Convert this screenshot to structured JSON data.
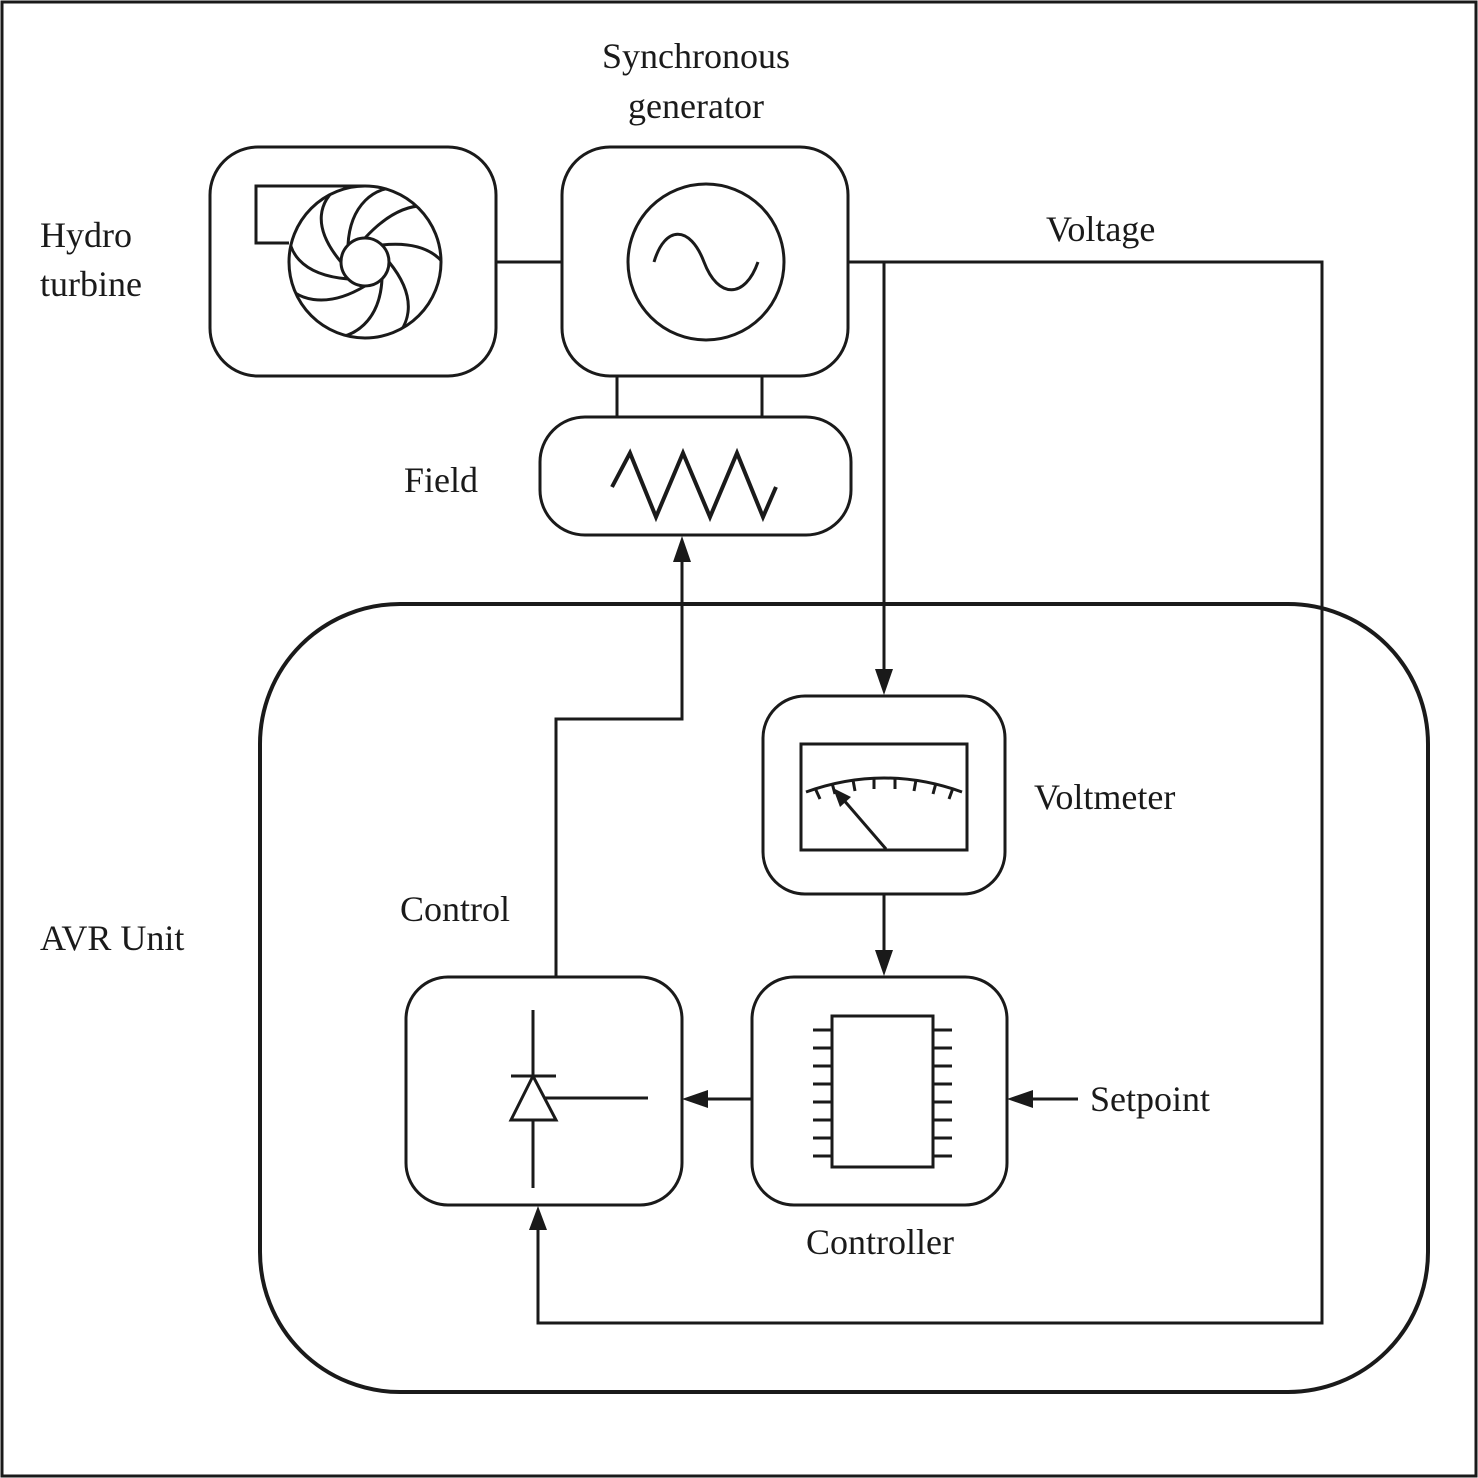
{
  "labels": {
    "generator_line1": "Synchronous",
    "generator_line2": "generator",
    "turbine_line1": "Hydro",
    "turbine_line2": "turbine",
    "voltage": "Voltage",
    "field": "Field",
    "voltmeter": "Voltmeter",
    "control": "Control",
    "avr_unit": "AVR Unit",
    "setpoint": "Setpoint",
    "controller": "Controller"
  },
  "icons": {
    "turbine": "hydro-turbine-icon",
    "generator": "ac-sine-icon",
    "field": "field-coil-zigzag-icon",
    "voltmeter": "analog-meter-icon",
    "controller": "ic-chip-icon",
    "control": "thyristor-diode-icon"
  },
  "colors": {
    "stroke": "#1a1a1a",
    "background": "#ffffff"
  }
}
